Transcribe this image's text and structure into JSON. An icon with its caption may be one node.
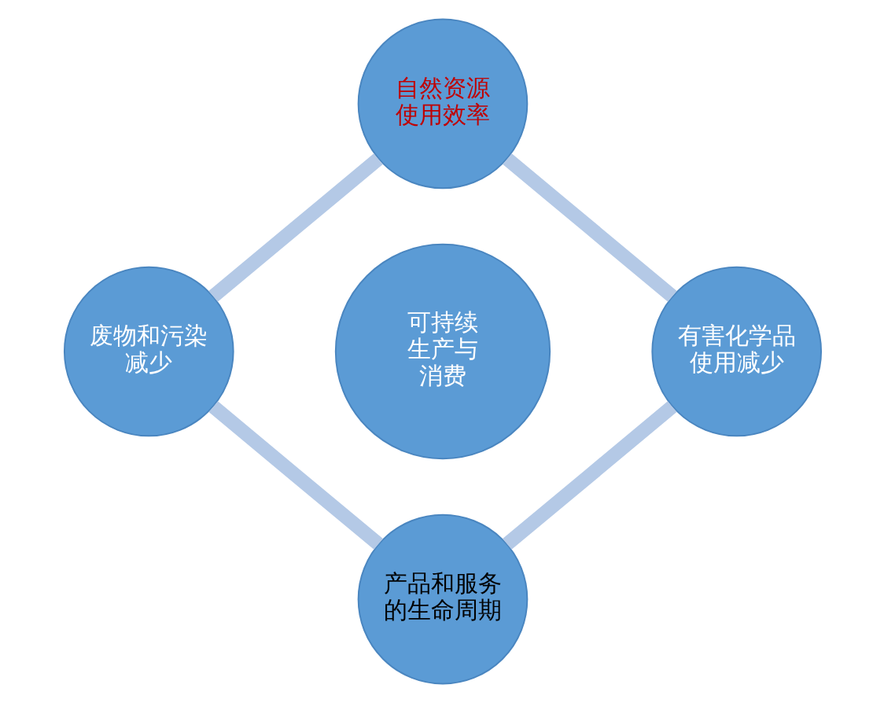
{
  "diagram": {
    "nodes": [
      {
        "text": [
          "自然资源使用效率"
        ]
      },
      {
        "text": [
          "废物和污染减少"
        ]
      },
      {
        "text": [
          "可持续生产与消费"
        ]
      },
      {
        "text": [
          "有害化学品使用减少"
        ]
      },
      {
        "text": [
          "产品和服务的生命周期"
        ]
      }
    ],
    "edges": [
      {
        "from": 0,
        "to": 3,
        "arrow": "none"
      },
      {
        "from": 3,
        "to": 4,
        "arrow": "none"
      },
      {
        "from": 0,
        "to": 1,
        "arrow": "none"
      },
      {
        "from": 1,
        "to": 4,
        "arrow": "none"
      }
    ]
  }
}
